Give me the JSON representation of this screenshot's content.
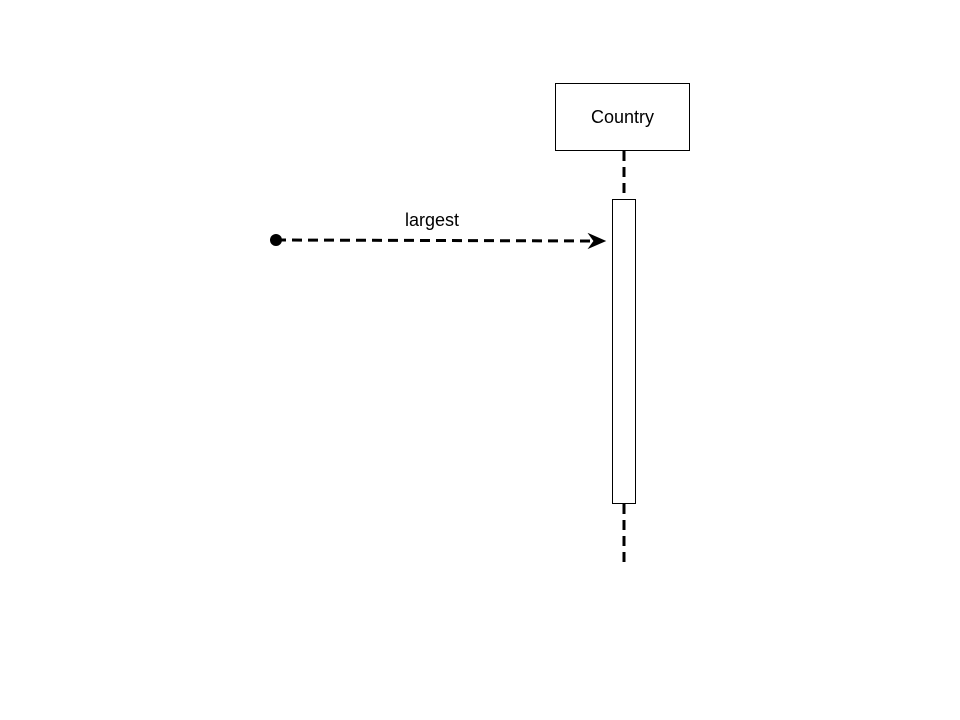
{
  "lifeline": {
    "name": "Country"
  },
  "message": {
    "label": "largest",
    "style": "dashed",
    "source": "found-message",
    "target": "Country"
  },
  "colors": {
    "stroke": "#000000",
    "fill": "#ffffff"
  }
}
